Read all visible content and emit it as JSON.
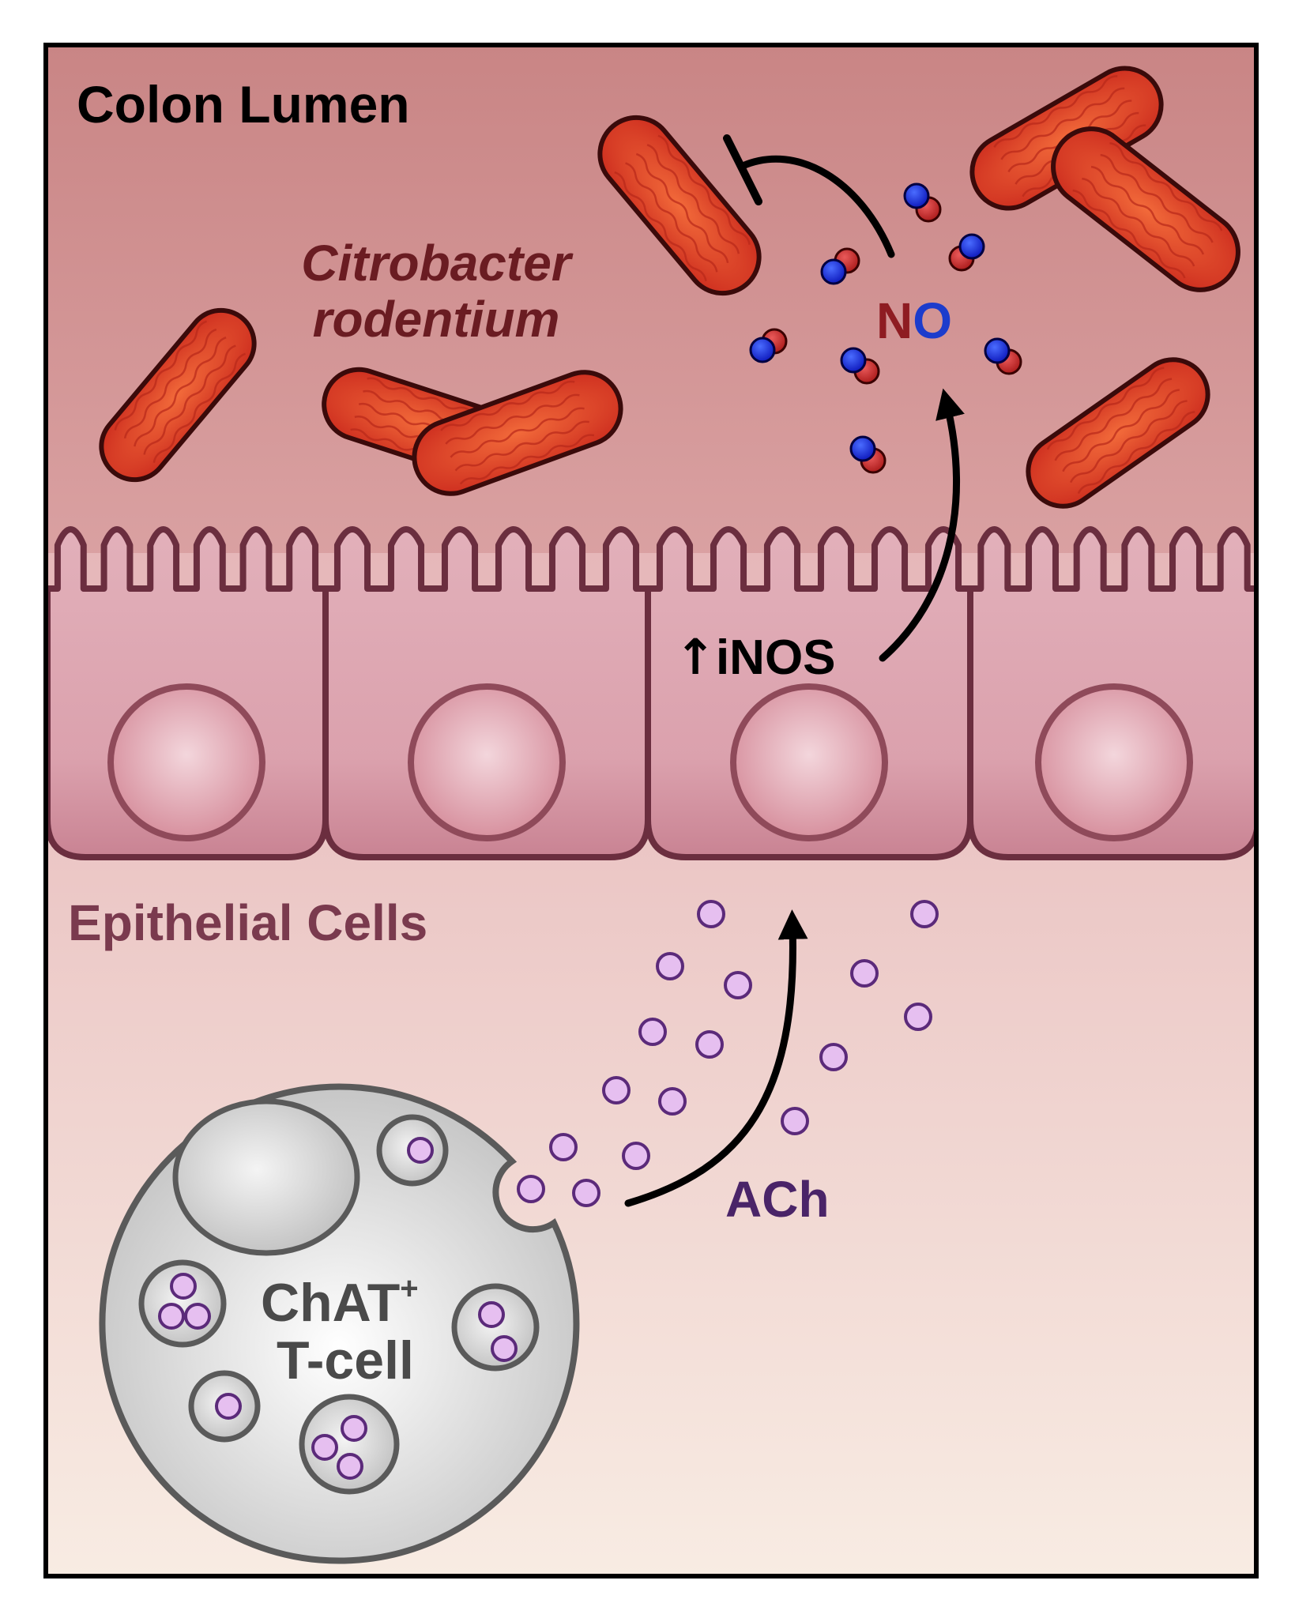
{
  "labels": {
    "colon_lumen": "Colon Lumen",
    "bacteria_line1": "Citrobacter",
    "bacteria_line2": "rodentium",
    "no_n": "N",
    "no_o": "O",
    "inos_arrow": "↑",
    "inos": "iNOS",
    "epithelial": "Epithelial Cells",
    "ach": "ACh",
    "tcell_line1_main": "ChAT",
    "tcell_line1_sup": "+",
    "tcell_line2": "T-cell"
  },
  "colors": {
    "lumen_top": "#c98585",
    "lumen_bottom": "#dba3a4",
    "tissue_top": "#e6b7b9",
    "tissue_bottom": "#f8ece3",
    "cell_fill": "#e3acb6",
    "membrane": "#6b2e3f",
    "nucleus_fill": "#e7a8b3",
    "nucleus_stroke": "#8f4a5a",
    "bacterium": "#e2452a",
    "bacterium_dark": "#b8281a",
    "nitrogen_red": "#c02828",
    "oxygen_blue": "#1628d8",
    "no_n_color": "#8e1c22",
    "no_o_color": "#1c3ccc",
    "ach_fill": "#e6bff0",
    "ach_stroke": "#5b2a7a",
    "ach_label": "#4a2468",
    "bacteria_label": "#6a1c22",
    "epithelial_label": "#7a3a4e",
    "tcell_fill": "#d8d8d8",
    "tcell_stroke": "#5a5a5a",
    "tcell_label": "#4a4a4a"
  }
}
